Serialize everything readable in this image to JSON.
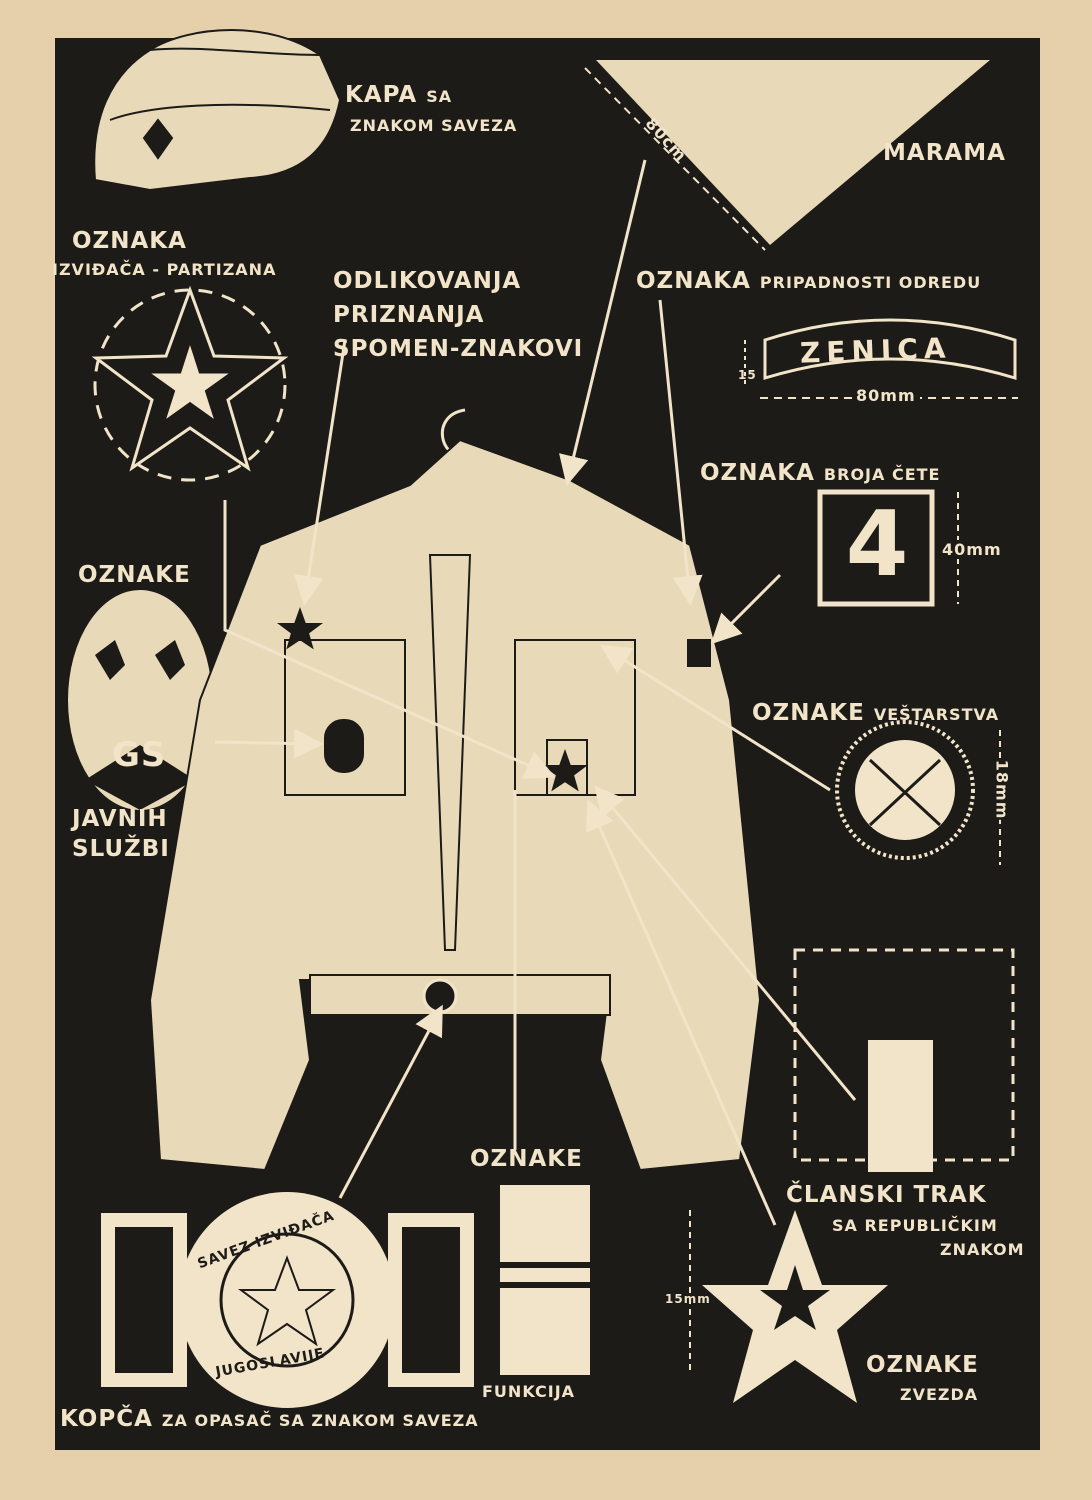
{
  "labels": {
    "kapa_1": "KAPA",
    "kapa_2": "SA",
    "kapa_3": "ZNAKOM SAVEZA",
    "marama": "MARAMA",
    "marama_dim": "80cm",
    "oznaka_izv_1": "OZNAKA",
    "oznaka_izv_2": "IZVIĐAČA - PARTIZANA",
    "odlik_1": "ODLIKOVANJA",
    "odlik_2": "PRIZNANJA",
    "odlik_3": "SPOMEN-ZNAKOVI",
    "pripad_1": "OZNAKA",
    "pripad_2": "PRIPADNOSTI ODREDU",
    "zenica": "ZENICA",
    "zenica_w": "80mm",
    "zenica_h": "15",
    "broj_1": "OZNAKA",
    "broj_2": "BROJA ČETE",
    "broj_num": "4",
    "broj_dim": "40mm",
    "oznake_js_1": "OZNAKE",
    "gs": "GS",
    "oznake_js_2": "JAVNIH",
    "oznake_js_3": "SLUŽBI",
    "vest_1": "OZNAKE",
    "vest_2": "VEŠTARSTVA",
    "vest_dim": "18mm",
    "clan_1": "ČLANSKI TRAK",
    "clan_2": "SA REPUBLIČKIM",
    "clan_3": "ZNAKOM",
    "funk_1": "OZNAKE",
    "funk_2": "FUNKCIJA",
    "zvezda_dim": "15mm",
    "zvezda_1": "OZNAKE",
    "zvezda_2": "ZVEZDA",
    "kopca": "KOPČA",
    "kopca_2": "ZA OPASAČ SA ZNAKOM SAVEZA",
    "buckle_ring_top": "SAVEZ IZVIĐAČA",
    "buckle_ring_bottom": "JUGOSLAVIJE"
  },
  "colors": {
    "paper": "#e6d0ab",
    "panel": "#1d1b18",
    "ink_light": "#f1e4c8"
  }
}
